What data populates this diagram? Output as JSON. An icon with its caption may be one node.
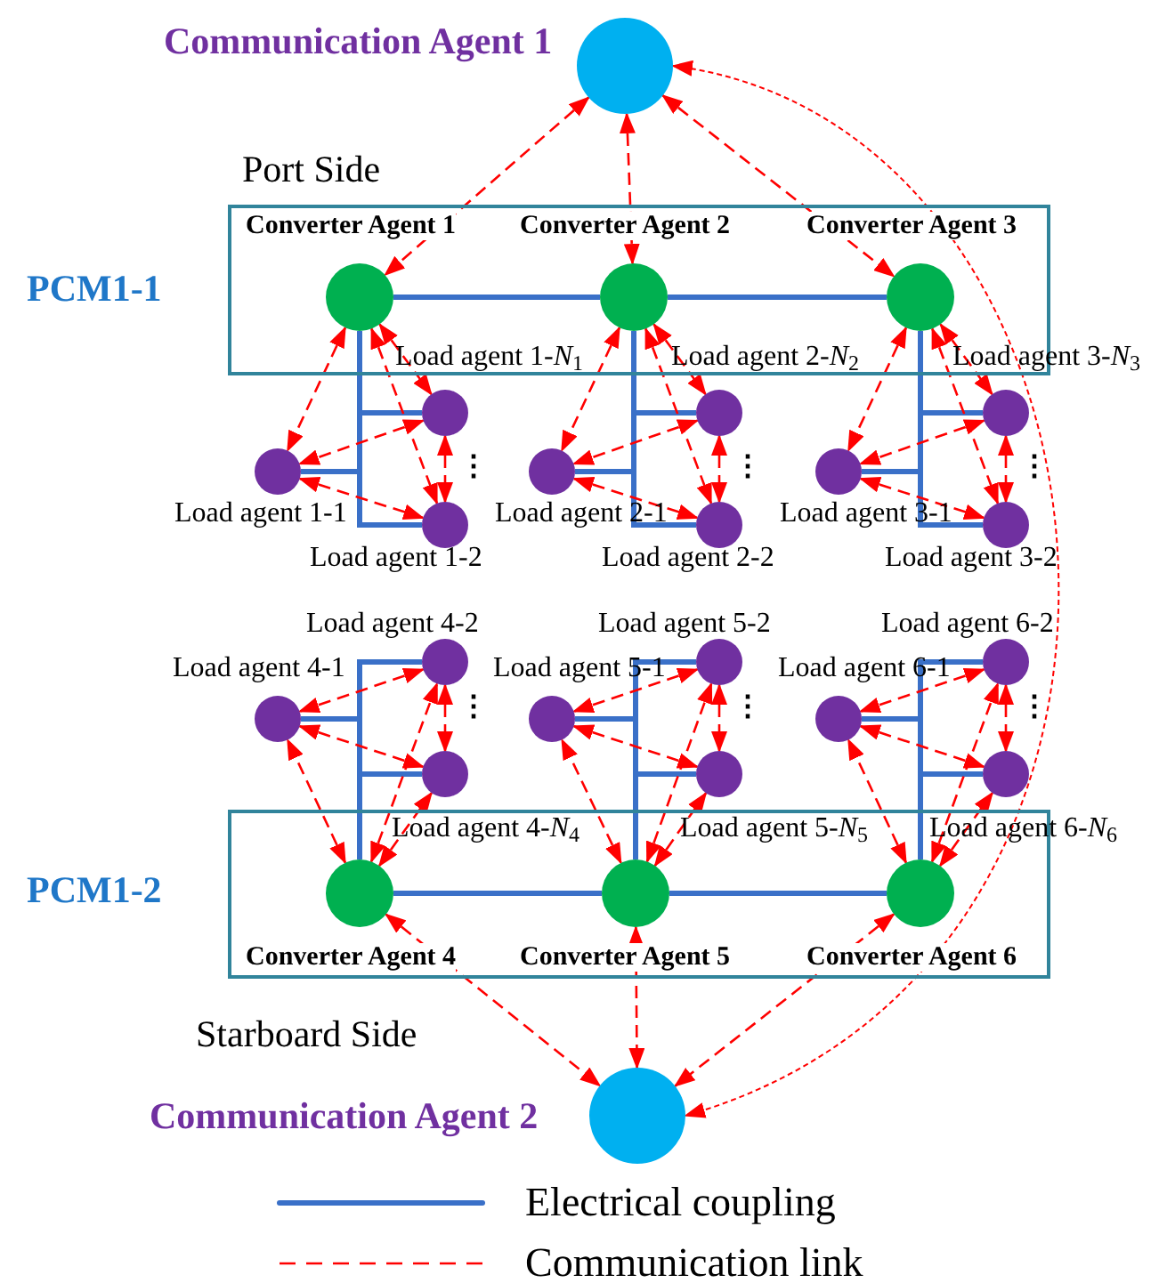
{
  "diagram": {
    "nodes": [
      {
        "text": [],
        "shape": "circle",
        "beside": [
          "Communication Agent 1"
        ]
      },
      {
        "text": [],
        "shape": "box",
        "beside": [
          "PCM1-1"
        ]
      },
      {
        "text": [],
        "shape": "circle",
        "in": 1,
        "beside": [
          "Converter Agent 1"
        ]
      },
      {
        "text": [],
        "shape": "circle",
        "in": 1,
        "beside": [
          "Converter Agent 2"
        ]
      },
      {
        "text": [],
        "shape": "circle",
        "in": 1,
        "beside": [
          "Converter Agent 3"
        ]
      },
      {
        "text": [],
        "shape": "circle",
        "beside": [
          "Load agent 1-*N*$_{1}$"
        ]
      },
      {
        "text": [],
        "shape": "circle",
        "beside": [
          "Load agent 1-1"
        ]
      },
      {
        "text": [],
        "shape": "circle",
        "beside": [
          "Load agent 1-2"
        ]
      },
      {
        "text": [],
        "shape": "circle",
        "beside": [
          "Load agent 2-*N*$_{2}$"
        ]
      },
      {
        "text": [],
        "shape": "circle",
        "beside": [
          "Load agent 2-1"
        ]
      },
      {
        "text": [],
        "shape": "circle",
        "beside": [
          "Load agent 2-2"
        ]
      },
      {
        "text": [],
        "shape": "circle",
        "beside": [
          "Load agent 3-*N*$_{3}$"
        ]
      },
      {
        "text": [],
        "shape": "circle",
        "beside": [
          "Load agent 3-1"
        ]
      },
      {
        "text": [],
        "shape": "circle",
        "beside": [
          "Load agent 3-2"
        ]
      },
      {
        "text": [],
        "shape": "box",
        "beside": [
          "PCM1-2"
        ]
      },
      {
        "text": [],
        "shape": "circle",
        "in": 14,
        "beside": [
          "Converter Agent 4"
        ]
      },
      {
        "text": [],
        "shape": "circle",
        "in": 14,
        "beside": [
          "Converter Agent 5"
        ]
      },
      {
        "text": [],
        "shape": "circle",
        "in": 14,
        "beside": [
          "Converter Agent 6"
        ]
      },
      {
        "text": [],
        "shape": "circle",
        "beside": [
          "Load agent 4-2"
        ]
      },
      {
        "text": [],
        "shape": "circle",
        "beside": [
          "Load agent 4-1"
        ]
      },
      {
        "text": [],
        "shape": "circle",
        "beside": [
          "Load agent 4-*N*$_{4}$"
        ]
      },
      {
        "text": [],
        "shape": "circle",
        "beside": [
          "Load agent 5-2"
        ]
      },
      {
        "text": [],
        "shape": "circle",
        "beside": [
          "Load agent 5-1"
        ]
      },
      {
        "text": [],
        "shape": "circle",
        "beside": [
          "Load agent 5-*N*$_{5}$"
        ]
      },
      {
        "text": [],
        "shape": "circle",
        "beside": [
          "Load agent 6-2"
        ]
      },
      {
        "text": [],
        "shape": "circle",
        "beside": [
          "Load agent 6-1"
        ]
      },
      {
        "text": [],
        "shape": "circle",
        "beside": [
          "Load agent 6-*N*$_{6}$"
        ]
      },
      {
        "text": [],
        "shape": "circle",
        "beside": [
          "Communication Agent 2"
        ]
      }
    ],
    "edges": [
      {
        "from": 0,
        "to": 2,
        "arrow": "both",
        "style": "dashed"
      },
      {
        "from": 0,
        "to": 3,
        "arrow": "both",
        "style": "dashed"
      },
      {
        "from": 0,
        "to": 4,
        "arrow": "both",
        "style": "dashed"
      },
      {
        "from": 0,
        "to": 27,
        "arrow": "both",
        "style": "dashed"
      },
      {
        "from": 2,
        "to": 3,
        "arrow": "none",
        "style": "thick",
        "color": "#3a70c8"
      },
      {
        "from": 3,
        "to": 4,
        "arrow": "none",
        "style": "thick",
        "color": "#3a70c8"
      },
      {
        "from": 2,
        "to": 5,
        "arrow": "none",
        "style": "thick",
        "color": "#3a70c8"
      },
      {
        "from": 2,
        "to": 6,
        "arrow": "none",
        "style": "thick",
        "color": "#3a70c8"
      },
      {
        "from": 2,
        "to": 7,
        "arrow": "none",
        "style": "thick",
        "color": "#3a70c8"
      },
      {
        "from": 3,
        "to": 8,
        "arrow": "none",
        "style": "thick",
        "color": "#3a70c8"
      },
      {
        "from": 3,
        "to": 9,
        "arrow": "none",
        "style": "thick",
        "color": "#3a70c8"
      },
      {
        "from": 3,
        "to": 10,
        "arrow": "none",
        "style": "thick",
        "color": "#3a70c8"
      },
      {
        "from": 4,
        "to": 11,
        "arrow": "none",
        "style": "thick",
        "color": "#3a70c8"
      },
      {
        "from": 4,
        "to": 12,
        "arrow": "none",
        "style": "thick",
        "color": "#3a70c8"
      },
      {
        "from": 4,
        "to": 13,
        "arrow": "none",
        "style": "thick",
        "color": "#3a70c8"
      },
      {
        "from": 2,
        "to": 5,
        "arrow": "both",
        "style": "dashed"
      },
      {
        "from": 2,
        "to": 6,
        "arrow": "both",
        "style": "dashed"
      },
      {
        "from": 2,
        "to": 7,
        "arrow": "both",
        "style": "dashed"
      },
      {
        "from": 5,
        "to": 6,
        "arrow": "both",
        "style": "dashed"
      },
      {
        "from": 5,
        "to": 7,
        "arrow": "both",
        "style": "dashed"
      },
      {
        "from": 6,
        "to": 7,
        "arrow": "both",
        "style": "dashed"
      },
      {
        "from": 3,
        "to": 8,
        "arrow": "both",
        "style": "dashed"
      },
      {
        "from": 3,
        "to": 9,
        "arrow": "both",
        "style": "dashed"
      },
      {
        "from": 3,
        "to": 10,
        "arrow": "both",
        "style": "dashed"
      },
      {
        "from": 8,
        "to": 9,
        "arrow": "both",
        "style": "dashed"
      },
      {
        "from": 8,
        "to": 10,
        "arrow": "both",
        "style": "dashed"
      },
      {
        "from": 9,
        "to": 10,
        "arrow": "both",
        "style": "dashed"
      },
      {
        "from": 4,
        "to": 11,
        "arrow": "both",
        "style": "dashed"
      },
      {
        "from": 4,
        "to": 12,
        "arrow": "both",
        "style": "dashed"
      },
      {
        "from": 4,
        "to": 13,
        "arrow": "both",
        "style": "dashed"
      },
      {
        "from": 11,
        "to": 12,
        "arrow": "both",
        "style": "dashed"
      },
      {
        "from": 11,
        "to": 13,
        "arrow": "both",
        "style": "dashed"
      },
      {
        "from": 12,
        "to": 13,
        "arrow": "both",
        "style": "dashed"
      },
      {
        "from": 15,
        "to": 16,
        "arrow": "none",
        "style": "thick",
        "color": "#3a70c8"
      },
      {
        "from": 16,
        "to": 17,
        "arrow": "none",
        "style": "thick",
        "color": "#3a70c8"
      },
      {
        "from": 15,
        "to": 18,
        "arrow": "none",
        "style": "thick",
        "color": "#3a70c8"
      },
      {
        "from": 15,
        "to": 19,
        "arrow": "none",
        "style": "thick",
        "color": "#3a70c8"
      },
      {
        "from": 15,
        "to": 20,
        "arrow": "none",
        "style": "thick",
        "color": "#3a70c8"
      },
      {
        "from": 16,
        "to": 21,
        "arrow": "none",
        "style": "thick",
        "color": "#3a70c8"
      },
      {
        "from": 16,
        "to": 22,
        "arrow": "none",
        "style": "thick",
        "color": "#3a70c8"
      },
      {
        "from": 16,
        "to": 23,
        "arrow": "none",
        "style": "thick",
        "color": "#3a70c8"
      },
      {
        "from": 17,
        "to": 24,
        "arrow": "none",
        "style": "thick",
        "color": "#3a70c8"
      },
      {
        "from": 17,
        "to": 25,
        "arrow": "none",
        "style": "thick",
        "color": "#3a70c8"
      },
      {
        "from": 17,
        "to": 26,
        "arrow": "none",
        "style": "thick",
        "color": "#3a70c8"
      },
      {
        "from": 15,
        "to": 18,
        "arrow": "both",
        "style": "dashed"
      },
      {
        "from": 15,
        "to": 19,
        "arrow": "both",
        "style": "dashed"
      },
      {
        "from": 15,
        "to": 20,
        "arrow": "both",
        "style": "dashed"
      },
      {
        "from": 18,
        "to": 19,
        "arrow": "both",
        "style": "dashed"
      },
      {
        "from": 18,
        "to": 20,
        "arrow": "both",
        "style": "dashed"
      },
      {
        "from": 19,
        "to": 20,
        "arrow": "both",
        "style": "dashed"
      },
      {
        "from": 16,
        "to": 21,
        "arrow": "both",
        "style": "dashed"
      },
      {
        "from": 16,
        "to": 22,
        "arrow": "both",
        "style": "dashed"
      },
      {
        "from": 16,
        "to": 23,
        "arrow": "both",
        "style": "dashed"
      },
      {
        "from": 21,
        "to": 22,
        "arrow": "both",
        "style": "dashed"
      },
      {
        "from": 21,
        "to": 23,
        "arrow": "both",
        "style": "dashed"
      },
      {
        "from": 22,
        "to": 23,
        "arrow": "both",
        "style": "dashed"
      },
      {
        "from": 17,
        "to": 24,
        "arrow": "both",
        "style": "dashed"
      },
      {
        "from": 17,
        "to": 25,
        "arrow": "both",
        "style": "dashed"
      },
      {
        "from": 17,
        "to": 26,
        "arrow": "both",
        "style": "dashed"
      },
      {
        "from": 24,
        "to": 25,
        "arrow": "both",
        "style": "dashed"
      },
      {
        "from": 24,
        "to": 26,
        "arrow": "both",
        "style": "dashed"
      },
      {
        "from": 25,
        "to": 26,
        "arrow": "both",
        "style": "dashed"
      },
      {
        "from": 15,
        "to": 27,
        "arrow": "both",
        "style": "dashed"
      },
      {
        "from": 16,
        "to": 27,
        "arrow": "both",
        "style": "dashed"
      },
      {
        "from": 17,
        "to": 27,
        "arrow": "both",
        "style": "dashed"
      }
    ],
    "labels": [
      "Port Side",
      "⋮",
      "⋮",
      "⋮",
      "⋮",
      "⋮",
      "⋮",
      "Starboard Side"
    ],
    "legend": [
      {
        "text": "Electrical coupling"
      },
      {
        "text": "Communication link"
      }
    ]
  }
}
